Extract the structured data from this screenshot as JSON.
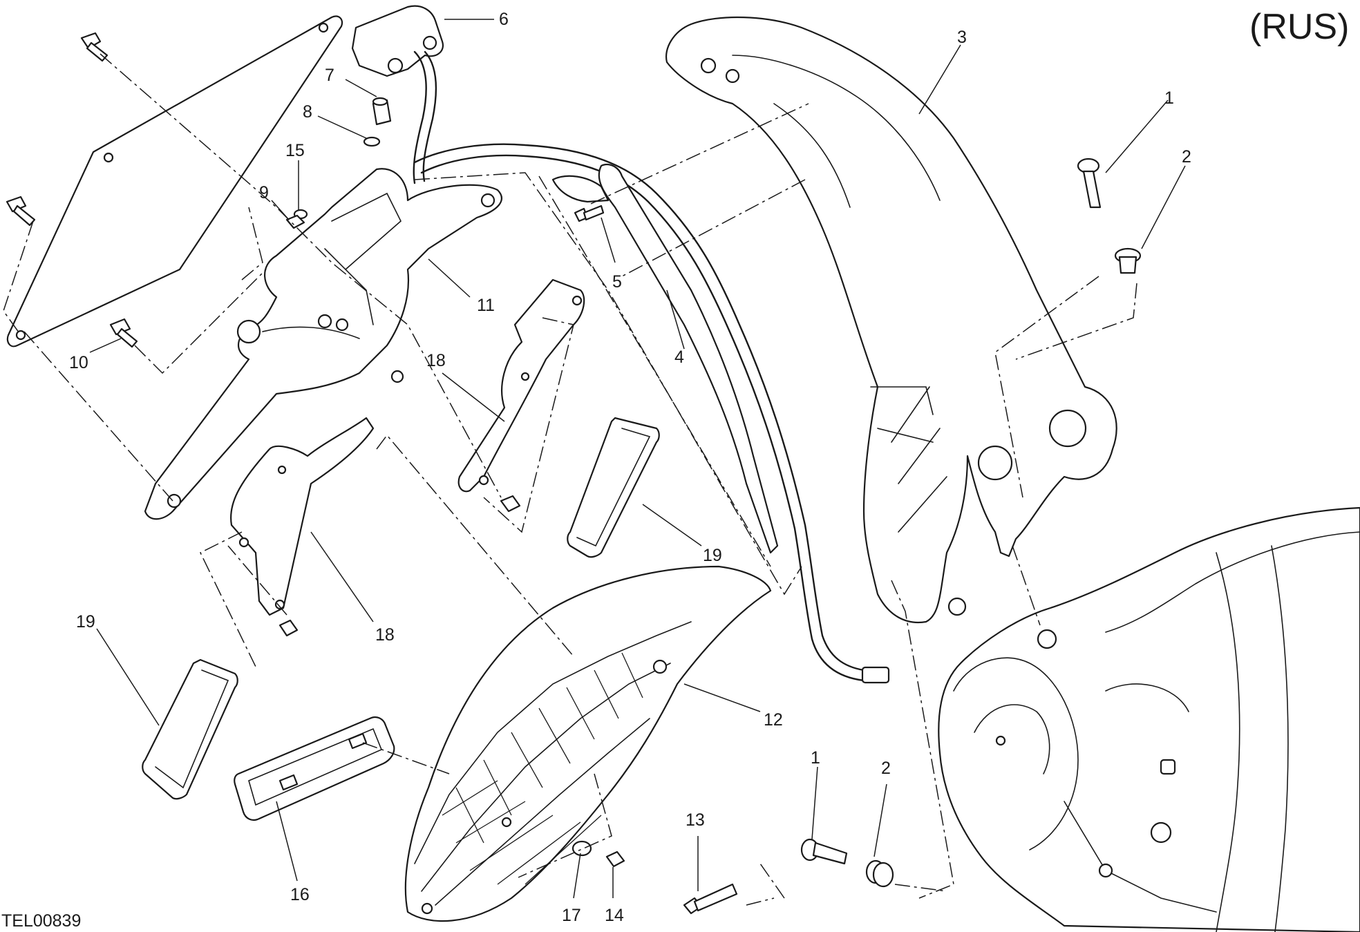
{
  "region_label": "(RUS)",
  "drawing_code": "TEL00839",
  "callouts": [
    "1",
    "2",
    "3",
    "4",
    "5",
    "6",
    "7",
    "8",
    "9",
    "10",
    "11",
    "12",
    "13",
    "14",
    "15",
    "16",
    "17",
    "18",
    "19"
  ]
}
